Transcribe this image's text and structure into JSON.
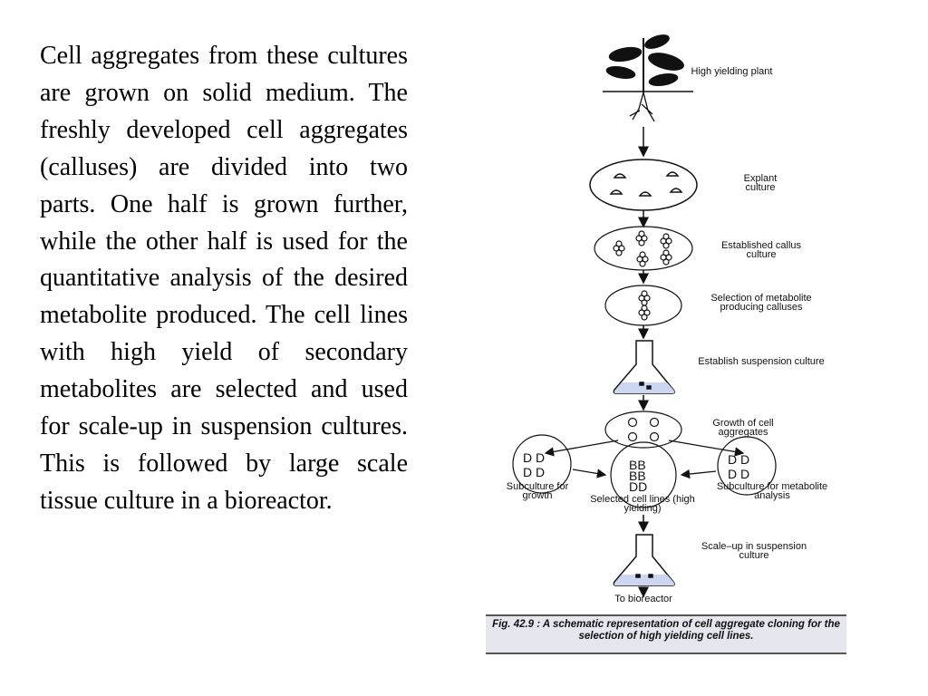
{
  "body_text": "Cell aggregates from these cultures are grown on solid medium. The freshly developed cell aggregates (calluses) are divided into two parts. One half is grown further, while the other half is used for the quantitative analysis of the desired metabolite produced. The cell lines with high yield of secondary metabolites are selected and used for scale-up in suspension cultures. This is followed by large scale tissue culture in a bioreactor.",
  "figure": {
    "labels": {
      "plant": "High yielding plant",
      "explant": "Explant culture",
      "callus": "Established callus culture",
      "selection": "Selection of metabolite producing calluses",
      "suspension": "Establish suspension culture",
      "growth": "Growth of cell aggregates",
      "sub_growth": "Subculture for growth",
      "selected": "Selected cell lines (high yielding)",
      "sub_metabolite": "Subculture for metabolite analysis",
      "scaleup": "Scale–up in suspension culture",
      "bioreactor": "To bioreactor"
    },
    "caption": "Fig. 42.9 : A schematic representation of cell aggregate cloning for the selection of high yielding cell lines."
  }
}
